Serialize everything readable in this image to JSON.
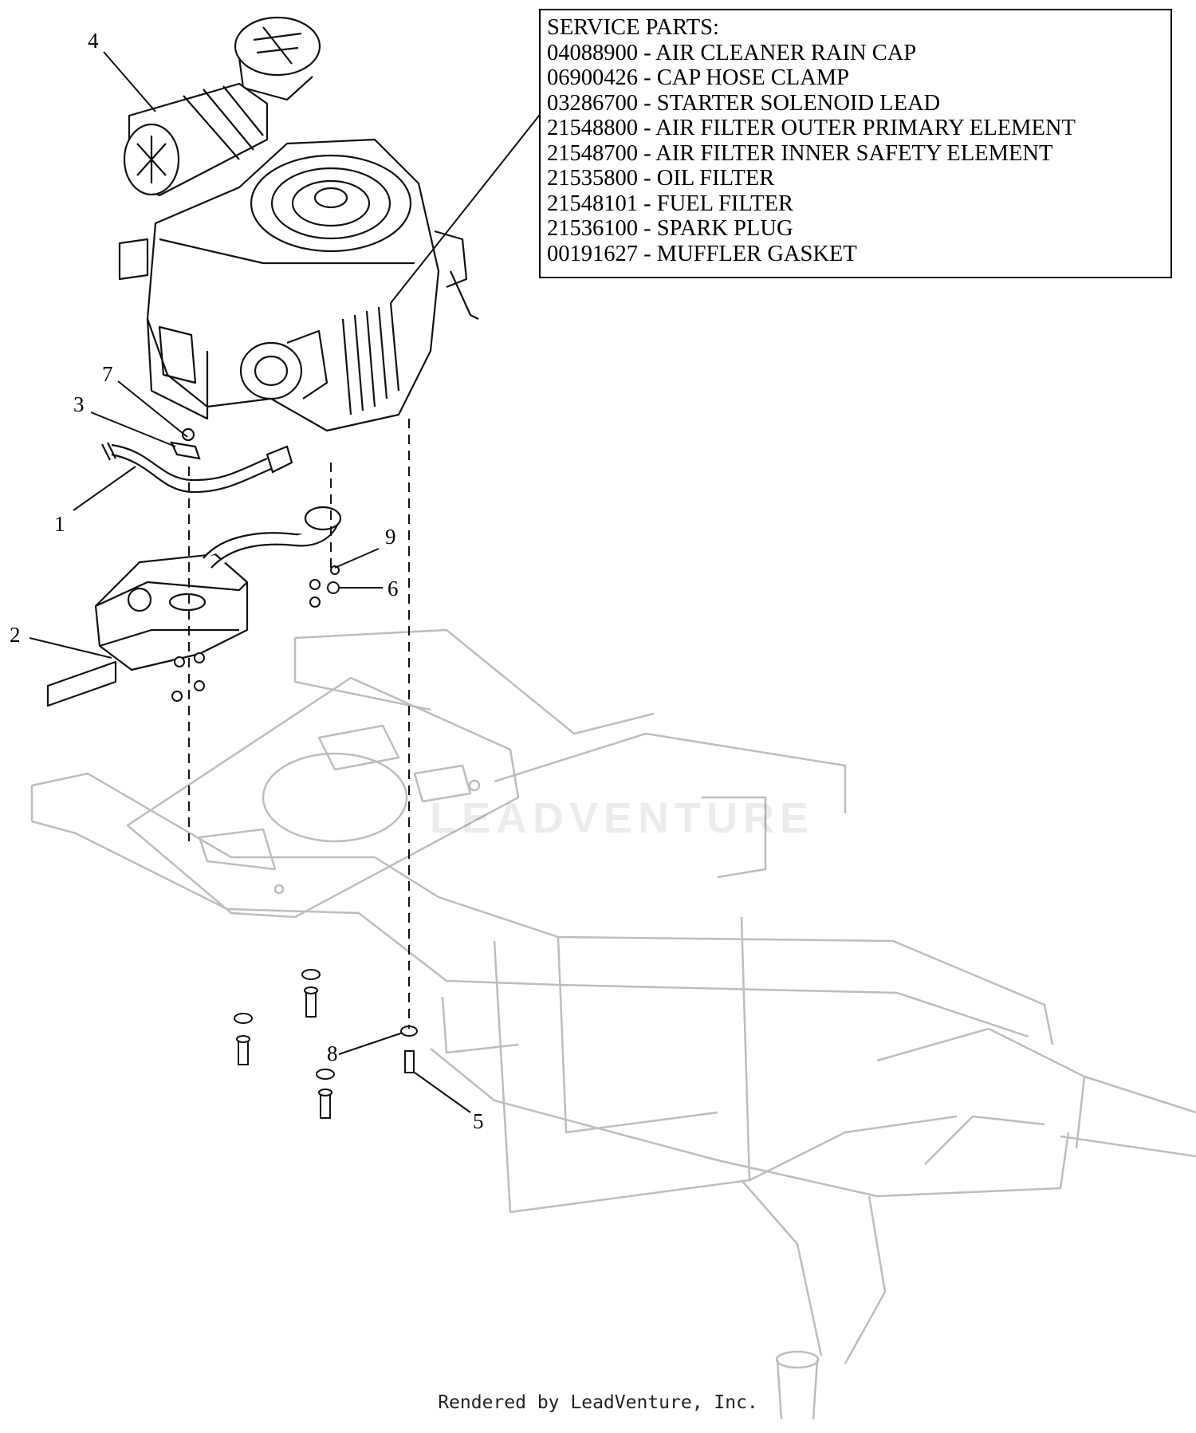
{
  "service_parts": {
    "title": "SERVICE PARTS:",
    "items": [
      "04088900 - AIR CLEANER RAIN CAP",
      "06900426 - CAP HOSE CLAMP",
      "03286700 - STARTER SOLENOID LEAD",
      "21548800 - AIR FILTER OUTER PRIMARY ELEMENT",
      "21548700 - AIR FILTER INNER SAFETY ELEMENT",
      "21535800 - OIL FILTER",
      "21548101 - FUEL FILTER",
      "21536100 - SPARK PLUG",
      "00191627 - MUFFLER GASKET"
    ]
  },
  "callouts": [
    "1",
    "2",
    "3",
    "4",
    "5",
    "6",
    "7",
    "8",
    "9"
  ],
  "watermark": "LEADVENTURE",
  "footer": "Rendered by LeadVenture, Inc."
}
